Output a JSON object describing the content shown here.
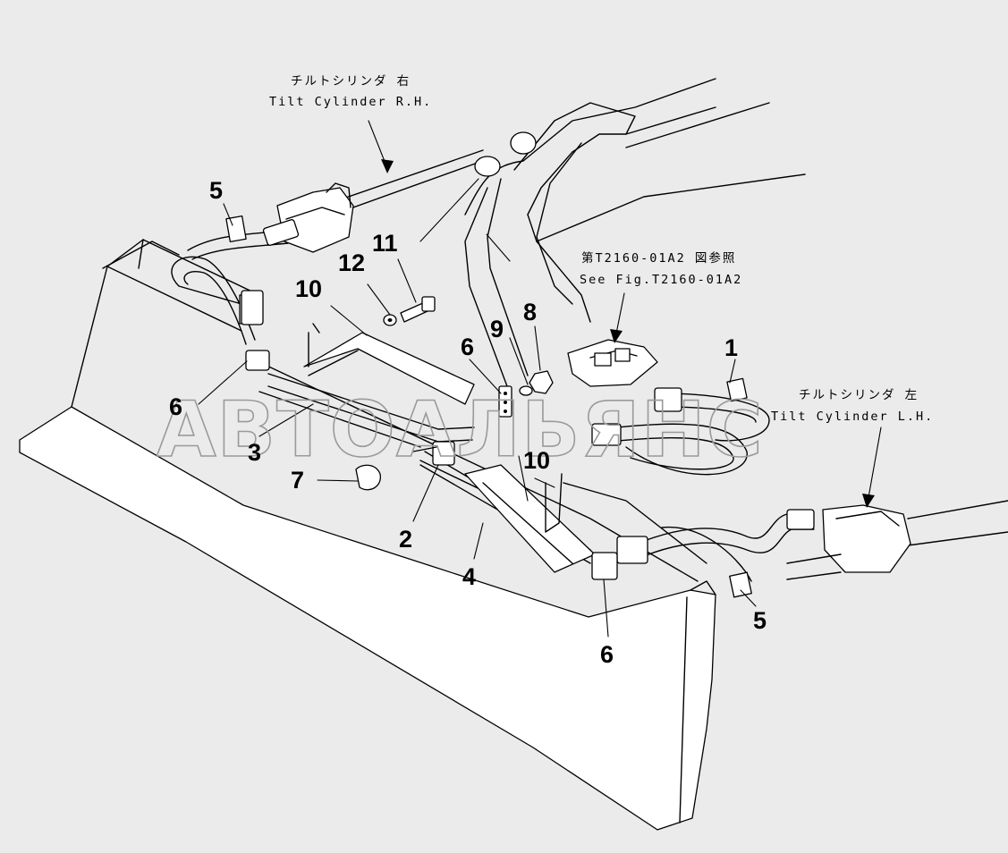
{
  "captions": {
    "tilt_rh_jp": "チルトシリンダ 右",
    "tilt_rh_en": "Tilt Cylinder R.H.",
    "see_fig_jp": "第T2160-01A2 図参照",
    "see_fig_en": "See Fig.T2160-01A2",
    "tilt_lh_jp": "チルトシリンダ 左",
    "tilt_lh_en": "Tilt Cylinder L.H."
  },
  "watermark": "АВТОАЛЬЯНС",
  "callouts": [
    "1",
    "2",
    "3",
    "4",
    "5",
    "5",
    "6",
    "6",
    "6",
    "7",
    "8",
    "9",
    "10",
    "10",
    "11",
    "12"
  ]
}
